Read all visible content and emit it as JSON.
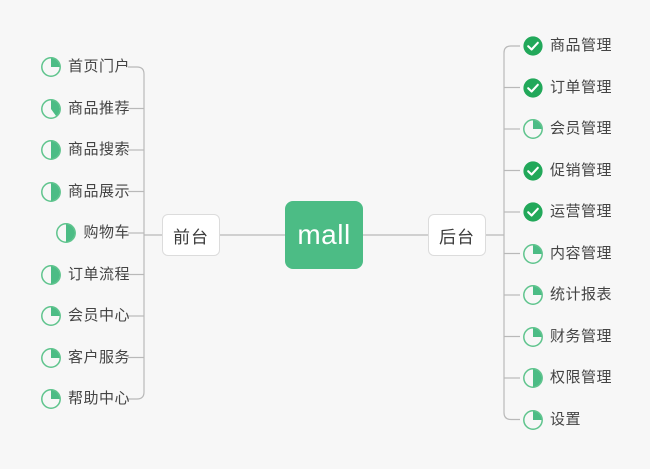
{
  "diagram": {
    "type": "mind-map",
    "background_color": "#f7f7f7",
    "accent_color": "#4CBC85",
    "check_color": "#22A85A",
    "pie_outline_color": "#5FC48D",
    "line_color": "#b9b9b9",
    "root": {
      "label": "mall",
      "fill": "#4CBC85",
      "text_color": "#ffffff"
    },
    "branches": [
      {
        "label": "前台",
        "side": "left"
      },
      {
        "label": "后台",
        "side": "right"
      }
    ],
    "left_items": [
      {
        "label": "首页门户",
        "icon": "pie-progress-icon",
        "progress": 25
      },
      {
        "label": "商品推荐",
        "icon": "pie-progress-icon",
        "progress": 40
      },
      {
        "label": "商品搜索",
        "icon": "pie-progress-icon",
        "progress": 50
      },
      {
        "label": "商品展示",
        "icon": "pie-progress-icon",
        "progress": 50
      },
      {
        "label": "购物车",
        "icon": "pie-progress-icon",
        "progress": 50
      },
      {
        "label": "订单流程",
        "icon": "pie-progress-icon",
        "progress": 50
      },
      {
        "label": "会员中心",
        "icon": "pie-progress-icon",
        "progress": 25
      },
      {
        "label": "客户服务",
        "icon": "pie-progress-icon",
        "progress": 25
      },
      {
        "label": "帮助中心",
        "icon": "pie-progress-icon",
        "progress": 25
      }
    ],
    "right_items": [
      {
        "label": "商品管理",
        "icon": "check-circle-icon",
        "progress": 100
      },
      {
        "label": "订单管理",
        "icon": "check-circle-icon",
        "progress": 100
      },
      {
        "label": "会员管理",
        "icon": "pie-progress-icon",
        "progress": 25
      },
      {
        "label": "促销管理",
        "icon": "check-circle-icon",
        "progress": 100
      },
      {
        "label": "运营管理",
        "icon": "check-circle-icon",
        "progress": 100
      },
      {
        "label": "内容管理",
        "icon": "pie-progress-icon",
        "progress": 25
      },
      {
        "label": "统计报表",
        "icon": "pie-progress-icon",
        "progress": 25
      },
      {
        "label": "财务管理",
        "icon": "pie-progress-icon",
        "progress": 25
      },
      {
        "label": "权限管理",
        "icon": "pie-progress-icon",
        "progress": 50
      },
      {
        "label": "设置",
        "icon": "pie-progress-icon",
        "progress": 25
      }
    ]
  }
}
